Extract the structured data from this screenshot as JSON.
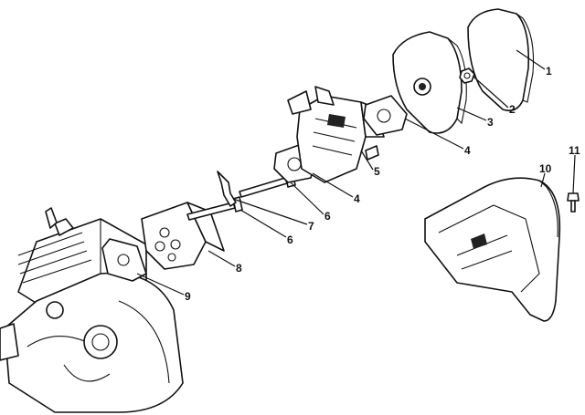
{
  "diagram": {
    "type": "exploded-parts-view",
    "callouts": [
      {
        "id": "c1",
        "label": "1",
        "part": "air-filter"
      },
      {
        "id": "c2",
        "label": "2",
        "part": "nut"
      },
      {
        "id": "c3",
        "label": "3",
        "part": "filter-base"
      },
      {
        "id": "c4a",
        "label": "4",
        "part": "gasket-upper"
      },
      {
        "id": "c5",
        "label": "5",
        "part": "carburetor"
      },
      {
        "id": "c4b",
        "label": "4",
        "part": "gasket-lower"
      },
      {
        "id": "c6a",
        "label": "6",
        "part": "screw-upper"
      },
      {
        "id": "c7",
        "label": "7",
        "part": "throttle-rod"
      },
      {
        "id": "c6b",
        "label": "6",
        "part": "screw-lower"
      },
      {
        "id": "c8",
        "label": "8",
        "part": "intake-manifold"
      },
      {
        "id": "c9",
        "label": "9",
        "part": "manifold-gasket"
      },
      {
        "id": "c10",
        "label": "10",
        "part": "shroud"
      },
      {
        "id": "c11",
        "label": "11",
        "part": "shroud-screw"
      }
    ]
  }
}
